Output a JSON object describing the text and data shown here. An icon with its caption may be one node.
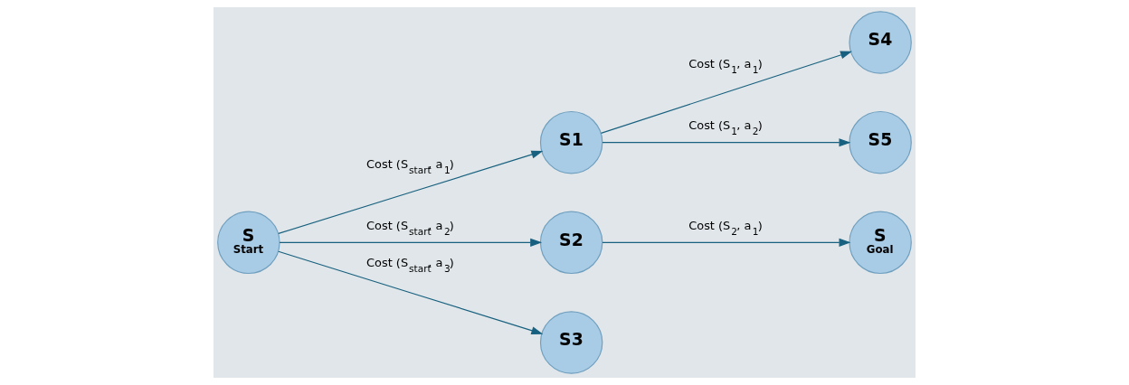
{
  "diagram": {
    "nodes": [
      {
        "text": [
          "S",
          "Start"
        ]
      },
      {
        "text": [
          "S1"
        ]
      },
      {
        "text": [
          "S2"
        ]
      },
      {
        "text": [
          "S3"
        ]
      },
      {
        "text": [
          "S4"
        ]
      },
      {
        "text": [
          "S5"
        ]
      },
      {
        "text": [
          "S",
          "Goal"
        ]
      }
    ],
    "edges": [
      {
        "from": 0,
        "to": 1,
        "arrow": "to",
        "label": "Cost (S$_{start}$, a$_{1}$)"
      },
      {
        "from": 0,
        "to": 2,
        "arrow": "to",
        "label": "Cost (S$_{start}$, a$_{2}$)"
      },
      {
        "from": 0,
        "to": 3,
        "arrow": "to",
        "label": "Cost (S$_{start}$, a$_{3}$)"
      },
      {
        "from": 1,
        "to": 4,
        "arrow": "to",
        "label": "Cost (S$_{1}$, a$_{1}$)"
      },
      {
        "from": 1,
        "to": 5,
        "arrow": "to",
        "label": "Cost (S$_{1}$, a$_{2}$)"
      },
      {
        "from": 2,
        "to": 6,
        "arrow": "to",
        "label": "Cost (S$_{2}$, a$_{1}$)"
      }
    ]
  }
}
